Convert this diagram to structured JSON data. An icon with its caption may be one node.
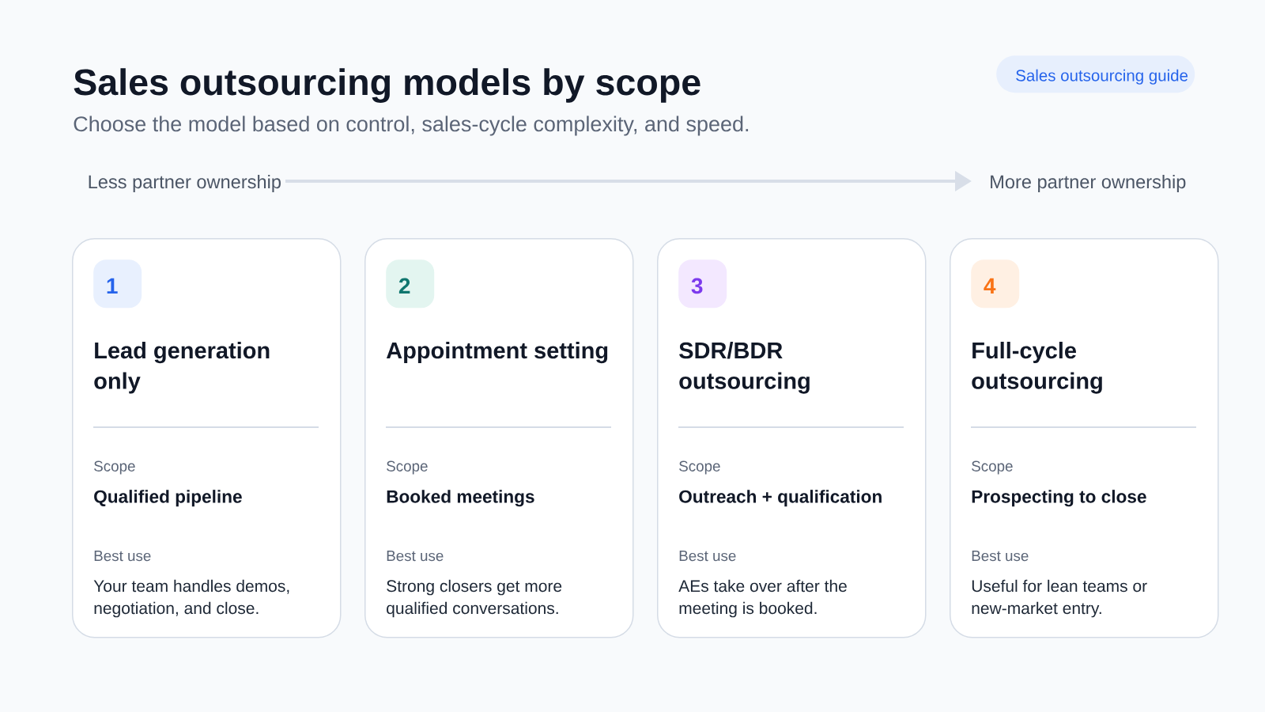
{
  "diagram": {
    "title": "Sales outsourcing models by scope",
    "nodes": [
      {
        "text": [
          "Sales outsourcing guide"
        ]
      },
      {
        "text": [
          "Lead generation only",
          "Scope",
          "Qualified pipeline",
          "Best use",
          "Your team handles demos, negotiation, and close."
        ]
      },
      {
        "text": [
          "1"
        ],
        "in": 1
      },
      {
        "text": [
          "Appointment setting",
          "Scope",
          "Booked meetings",
          "Best use",
          "Strong closers get more qualified conversations."
        ]
      },
      {
        "text": [
          "2"
        ],
        "in": 3
      },
      {
        "text": [
          "SDR/BDR outsourcing",
          "Scope",
          "Outreach + qualification",
          "Best use",
          "AEs take over after the meeting is booked."
        ]
      },
      {
        "text": [
          "3"
        ],
        "in": 5
      },
      {
        "text": [
          "Full-cycle outsourcing",
          "Scope",
          "Prospecting to close",
          "Best use",
          "Useful for lean teams or new-market entry."
        ]
      },
      {
        "text": [
          "4"
        ],
        "in": 7
      }
    ],
    "labels": [
      "Choose the model based on control, sales-cycle complexity, and speed.",
      "Less partner ownership",
      "More partner ownership"
    ]
  }
}
